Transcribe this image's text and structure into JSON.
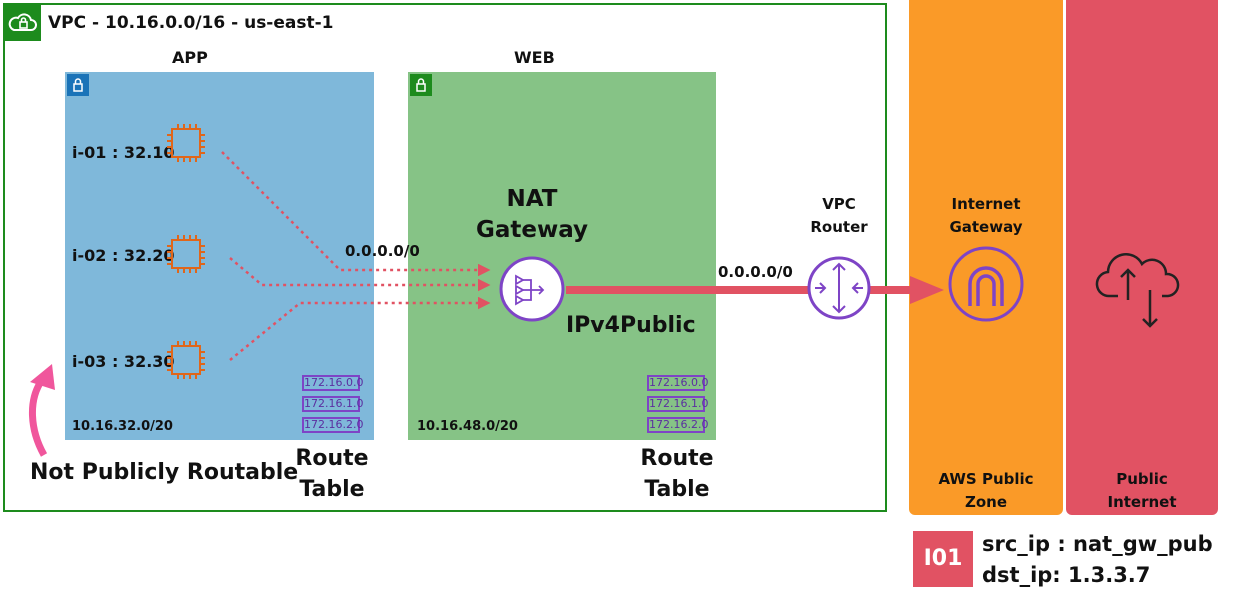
{
  "vpc": {
    "title": "VPC - 10.16.0.0/16 - us-east-1",
    "badge_icon": "cloud-lock-icon",
    "border_color": "#1d8b1d"
  },
  "subnets": {
    "app": {
      "label": "APP",
      "cidr": "10.16.32.0/20",
      "color": "#7fb8da",
      "instances": [
        {
          "label": "i-01 : 32.10",
          "icon": "ec2-chip-icon"
        },
        {
          "label": "i-02 : 32.20",
          "icon": "ec2-chip-icon"
        },
        {
          "label": "i-03 : 32.30",
          "icon": "ec2-chip-icon"
        }
      ],
      "route_table": {
        "entries": [
          "172.16.0.0",
          "172.16.1.0",
          "172.16.2.0"
        ],
        "caption_line1": "Route",
        "caption_line2": "Table"
      }
    },
    "web": {
      "label": "WEB",
      "cidr": "10.16.48.0/20",
      "color": "#86c386",
      "route_table": {
        "entries": [
          "172.16.0.0",
          "172.16.1.0",
          "172.16.2.0"
        ],
        "caption_line1": "Route",
        "caption_line2": "Table"
      }
    }
  },
  "nat_gateway": {
    "title_line1": "NAT",
    "title_line2": "Gateway",
    "ip_label": "IPv4Public",
    "icon": "nat-gateway-icon"
  },
  "routes": {
    "app_to_nat": "0.0.0.0/0",
    "nat_to_igw": "0.0.0.0/0"
  },
  "vpc_router": {
    "title_line1": "VPC",
    "title_line2": "Router",
    "icon": "router-arrows-icon"
  },
  "internet_gateway": {
    "title_line1": "Internet",
    "title_line2": "Gateway",
    "icon": "internet-gateway-icon"
  },
  "zones": {
    "aws_public": {
      "label_line1": "AWS Public",
      "label_line2": "Zone",
      "color": "#fa9a28"
    },
    "public_internet": {
      "label_line1": "Public",
      "label_line2": "Internet",
      "color": "#e15263",
      "icon": "cloud-upload-download-icon"
    }
  },
  "annotation": {
    "not_routable": "Not Publicly Routable",
    "arrow_color": "#f0569c"
  },
  "packet": {
    "id": "I01",
    "src": "src_ip : nat_gw_pub",
    "dst": "dst_ip: 1.3.3.7"
  },
  "colors": {
    "flow": "#e15263",
    "accent_purple": "#7e44c6",
    "chip_orange": "#e0661a"
  }
}
